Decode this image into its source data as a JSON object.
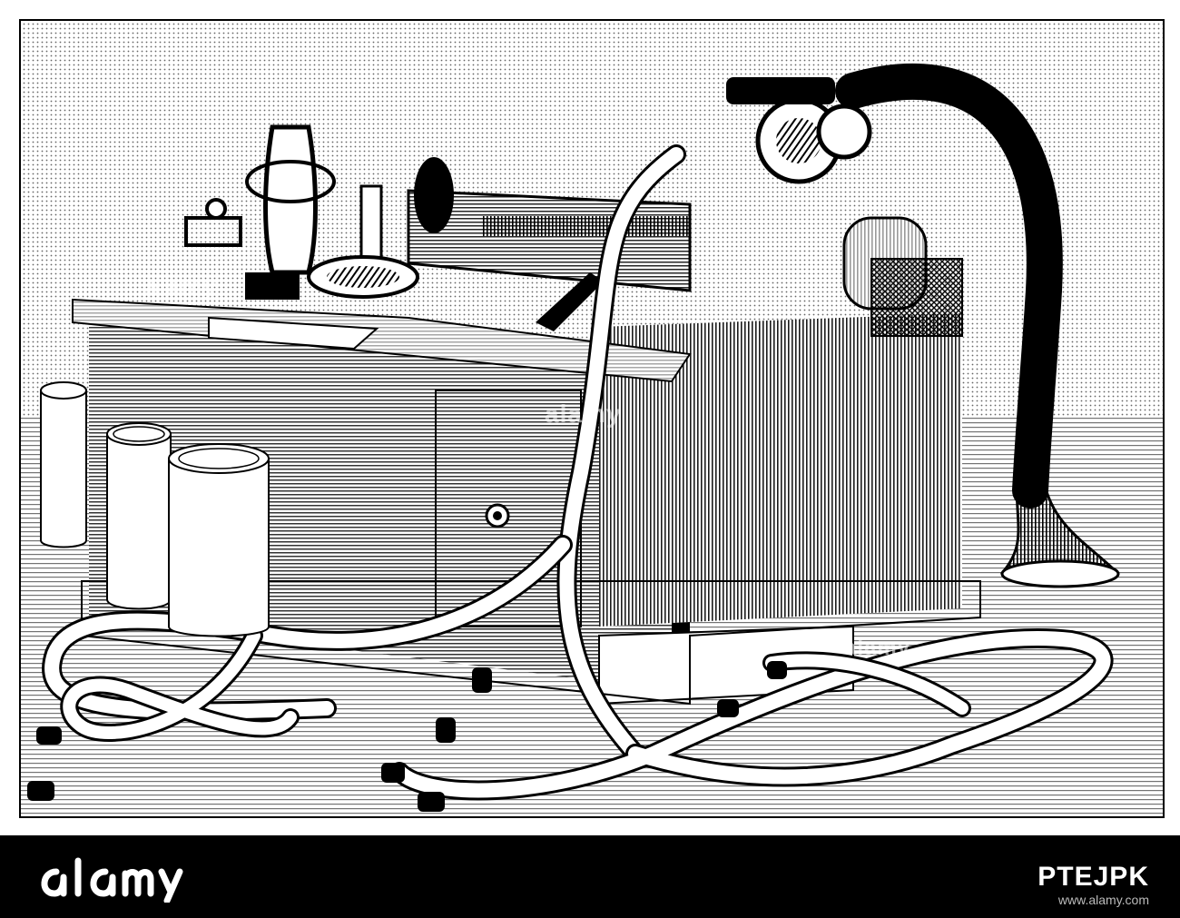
{
  "watermark": {
    "brand": "alamy",
    "image_id": "PTEJPK",
    "url": "www.alamy.com"
  },
  "colors": {
    "paper": "#ffffff",
    "ink": "#000000",
    "banner": "#000000"
  },
  "icons": {
    "brand_logo": "alamy-logo"
  }
}
